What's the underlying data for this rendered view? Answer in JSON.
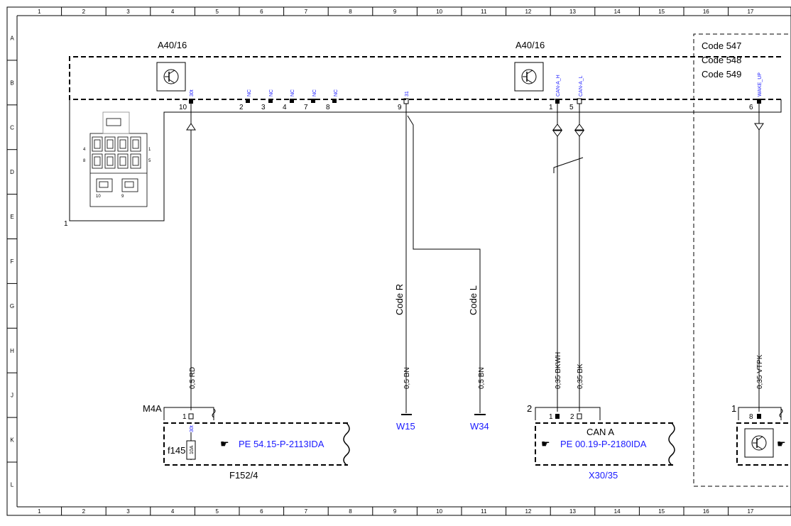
{
  "grid": {
    "columns": [
      "1",
      "2",
      "3",
      "4",
      "5",
      "6",
      "7",
      "8",
      "9",
      "10",
      "11",
      "12",
      "13",
      "14",
      "15",
      "16",
      "17"
    ],
    "rows": [
      "A",
      "B",
      "C",
      "D",
      "E",
      "F",
      "G",
      "H",
      "J",
      "K",
      "L"
    ]
  },
  "components": {
    "a40_left_label": "A40/16",
    "a40_right_label": "A40/16",
    "connector_ref": "1",
    "connector_pins": {
      "p4": "4",
      "p8": "8",
      "p1": "1",
      "p5": "5",
      "p10": "10",
      "p9": "9"
    },
    "code_box": {
      "line1": "Code 547",
      "line2": "Code 548",
      "line3": "Code 549"
    },
    "m4a_label": "M4A",
    "fuse_label": "f145",
    "fuse_rating": "10A",
    "f152_ref": "PE 54.15-P-2113IDA",
    "f152_label": "F152/4",
    "x30_title": "CAN A",
    "x30_ref": "PE 00.19-P-2180IDA",
    "x30_label": "X30/35",
    "w15_label": "W15",
    "w34_label": "W34",
    "code_r": "Code R",
    "code_l": "Code L",
    "box2_num": "2",
    "box1_num": "1"
  },
  "pins": {
    "p10": {
      "no": "10",
      "sig": "30t"
    },
    "p2": {
      "no": "2",
      "sig": "NC"
    },
    "p3": {
      "no": "3",
      "sig": "NC"
    },
    "p4": {
      "no": "4",
      "sig": "NC"
    },
    "p7": {
      "no": "7",
      "sig": "NC"
    },
    "p8": {
      "no": "8",
      "sig": "NC"
    },
    "p9": {
      "no": "9",
      "sig": "31"
    },
    "p1": {
      "no": "1",
      "sig": "CAN-A_H"
    },
    "p5": {
      "no": "5",
      "sig": "CAN-A_L"
    },
    "p6": {
      "no": "6",
      "sig": "WAKE_UP"
    },
    "m4a_pin": {
      "no": "1",
      "sig": "30t"
    },
    "x30_p1": {
      "no": "1"
    },
    "x30_p2": {
      "no": "2"
    },
    "box1_p8": {
      "no": "8"
    }
  },
  "wires": {
    "w_rd": "0,5 RD",
    "w_bn1": "0,5 BN",
    "w_bn2": "0,5 BN",
    "w_bkwh": "0,35 BKWH",
    "w_bk": "0,35 BK",
    "w_vtpk": "0,35 VTPK"
  }
}
